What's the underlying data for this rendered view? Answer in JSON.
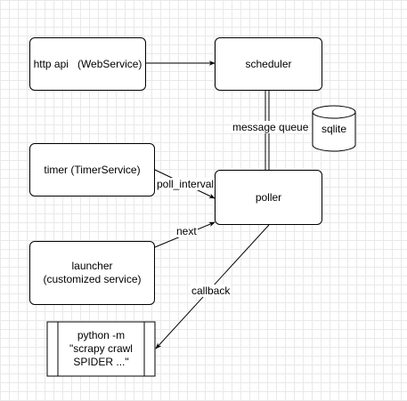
{
  "nodes": {
    "http_api": {
      "label": "http api   (WebService)"
    },
    "scheduler": {
      "label": "scheduler"
    },
    "sqlite": {
      "label": "sqlite"
    },
    "timer": {
      "label": "timer (TimerService)"
    },
    "poller": {
      "label": "poller"
    },
    "launcher": {
      "label": "launcher\n(customized service)"
    },
    "process": {
      "label": "python -m\n\"scrapy crawl\nSPIDER ...\""
    }
  },
  "edges": {
    "message_queue": {
      "label": "message queue"
    },
    "poll_interval": {
      "label": "poll_interval"
    },
    "next": {
      "label": "next"
    },
    "callback": {
      "label": "callback"
    }
  }
}
